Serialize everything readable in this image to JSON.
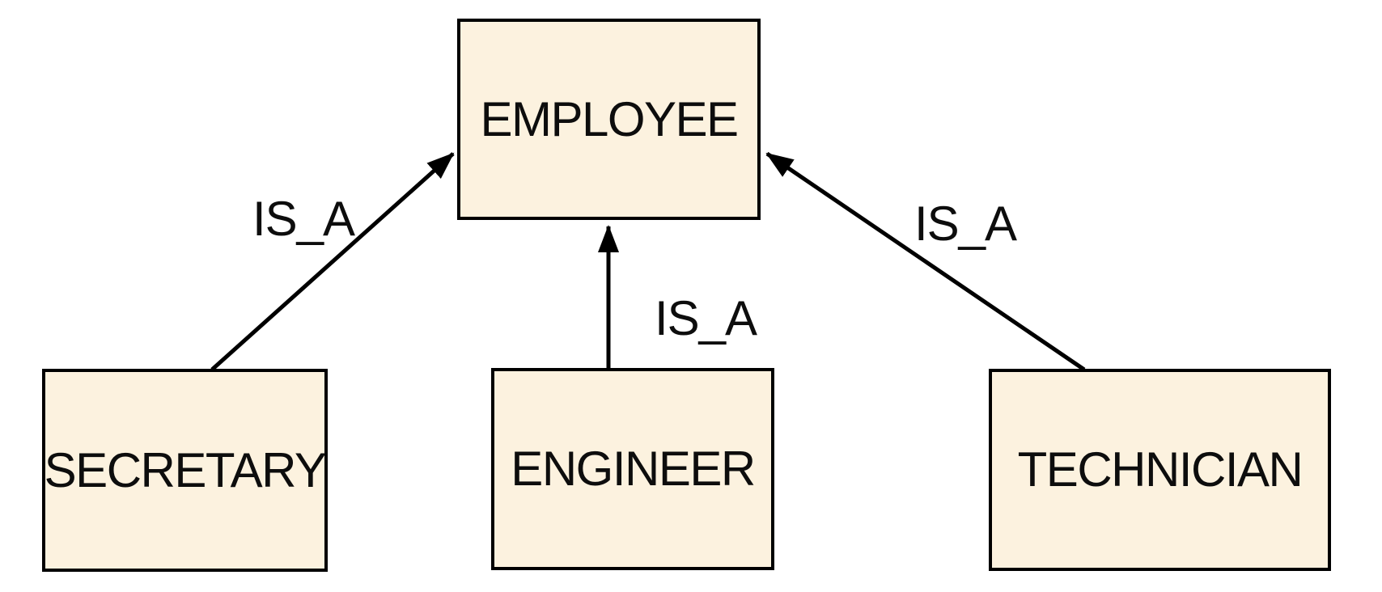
{
  "diagram": {
    "type": "inheritance-hierarchy",
    "nodes": [
      {
        "id": "employee",
        "label": "EMPLOYEE"
      },
      {
        "id": "secretary",
        "label": "SECRETARY"
      },
      {
        "id": "engineer",
        "label": "ENGINEER"
      },
      {
        "id": "technician",
        "label": "TECHNICIAN"
      }
    ],
    "edges": [
      {
        "from": "secretary",
        "to": "employee",
        "label": "IS_A"
      },
      {
        "from": "engineer",
        "to": "employee",
        "label": "IS_A"
      },
      {
        "from": "technician",
        "to": "employee",
        "label": "IS_A"
      }
    ],
    "colors": {
      "node_fill": "#FCF2DF",
      "node_border": "#000000",
      "arrow": "#000000",
      "text": "#0D0D0D",
      "background": "#FFFFFF"
    }
  }
}
